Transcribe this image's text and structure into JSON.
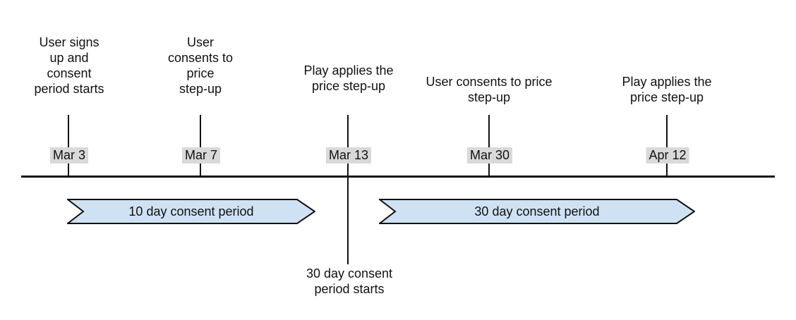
{
  "colors": {
    "arrow_fill": "#cfe2f3",
    "arrow_border": "#111111",
    "date_badge_bg": "#d9d9d9",
    "line": "#121212",
    "text": "#111111",
    "background": "#ffffff"
  },
  "timeline": {
    "milestones": [
      {
        "date": "Mar 3",
        "lines": [
          "User signs",
          "up and",
          "consent",
          "period starts"
        ]
      },
      {
        "date": "Mar 7",
        "lines": [
          "User",
          "consents to",
          "price",
          "step-up"
        ]
      },
      {
        "date": "Mar 13",
        "lines": [
          "Play applies the",
          "price step-up"
        ],
        "note_below_lines": [
          "30 day consent",
          "period starts"
        ]
      },
      {
        "date": "Mar 30",
        "lines": [
          "User consents to price",
          "step-up"
        ]
      },
      {
        "date": "Apr 12",
        "lines": [
          "Play applies the",
          "price step-up"
        ]
      }
    ],
    "periods": [
      {
        "label": "10 day consent period"
      },
      {
        "label": "30 day consent period"
      }
    ]
  }
}
